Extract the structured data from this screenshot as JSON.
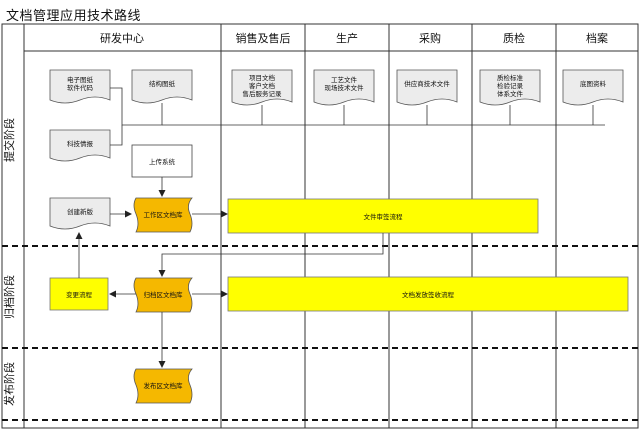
{
  "title": "文档管理应用技术路线",
  "columns": [
    "研发中心",
    "销售及售后",
    "生产",
    "采购",
    "质检",
    "档案"
  ],
  "phases": [
    "提交阶段",
    "归档阶段",
    "发布阶段"
  ],
  "docs": {
    "rd_electronic": [
      "电子图纸",
      "软件代码"
    ],
    "rd_structure": [
      "结构图纸"
    ],
    "rd_tech_report": [
      "科技情报"
    ],
    "sales": [
      "项目文档",
      "客户文档",
      "售后服务记录"
    ],
    "production": [
      "工艺文件",
      "现场技术文件"
    ],
    "purchase": [
      "供应商技术文件"
    ],
    "qc": [
      "质检标准",
      "检验记录",
      "体系文件"
    ],
    "archive": [
      "底图资料"
    ]
  },
  "boxes": {
    "upload": "上传系统",
    "create_new": "创建新版",
    "change_flow": "变更流程"
  },
  "libraries": {
    "work_area": "工作区文档库",
    "archive_area": "归档区文档库",
    "publish_area": "发布区文档库"
  },
  "flows": {
    "countersign": "文件审签流程",
    "release_receive": "文档发放签收流程"
  },
  "colors": {
    "yellow_box": "#ffff00",
    "library_fill": "#f5b800",
    "doc_fill": "#ececec",
    "line": "#333333"
  }
}
